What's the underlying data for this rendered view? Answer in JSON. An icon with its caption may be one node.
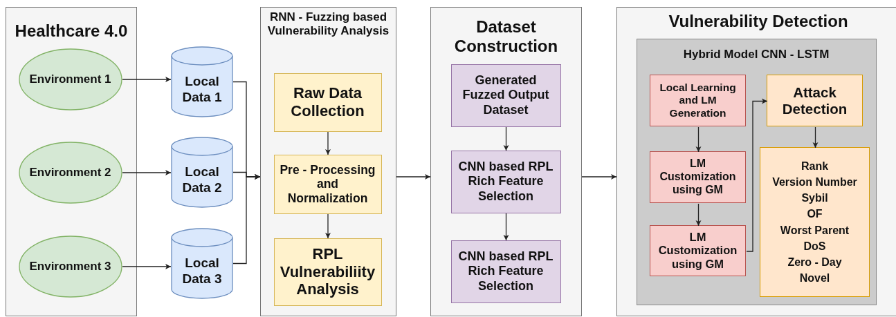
{
  "diagram": {
    "nodes": [
      {
        "text": [
          "Healthcare 4.0"
        ]
      },
      {
        "text": [
          "Environment 1"
        ],
        "in": 0
      },
      {
        "text": [
          "Environment 2"
        ],
        "in": 0
      },
      {
        "text": [
          "Environment 3"
        ],
        "in": 0
      },
      {
        "text": [
          "Local Data 1"
        ]
      },
      {
        "text": [
          "Local Data 2"
        ]
      },
      {
        "text": [
          "Local Data 3"
        ]
      },
      {
        "text": [
          "RNN - Fuzzing based Vulnerability Analysis"
        ]
      },
      {
        "text": [
          "Raw Data Collection"
        ],
        "in": 7
      },
      {
        "text": [
          "Pre - Processing and Normalization"
        ],
        "in": 7
      },
      {
        "text": [
          "RPL Vulnerabiliity Analysis"
        ],
        "in": 7
      },
      {
        "text": [
          "Dataset Construction"
        ]
      },
      {
        "text": [
          "Generated Fuzzed Output Dataset"
        ],
        "in": 11
      },
      {
        "text": [
          "CNN based RPL Rich Feature Selection"
        ],
        "in": 11
      },
      {
        "text": [
          "CNN based RPL Rich Feature Selection"
        ],
        "in": 11
      },
      {
        "text": [
          "Vulnerability Detection"
        ]
      },
      {
        "text": [
          "Hybrid Model CNN - LSTM"
        ],
        "in": 15
      },
      {
        "text": [
          "Local Learning and LM Generation"
        ],
        "in": 16
      },
      {
        "text": [
          "LM Customization using GM"
        ],
        "in": 16
      },
      {
        "text": [
          "LM Customization using GM"
        ],
        "in": 16
      },
      {
        "text": [
          "Attack Detection"
        ],
        "in": 16
      },
      {
        "text": [
          "Rank",
          "Version Number",
          "Sybil",
          "OF",
          "Worst Parent",
          "DoS",
          "Zero - Day",
          "Novel"
        ],
        "in": 16
      }
    ],
    "edges": [
      {
        "from": 1,
        "to": 4,
        "arrow": "to"
      },
      {
        "from": 2,
        "to": 5,
        "arrow": "to"
      },
      {
        "from": 3,
        "to": 6,
        "arrow": "to"
      },
      {
        "from": 4,
        "to": 7,
        "arrow": "to"
      },
      {
        "from": 5,
        "to": 7,
        "arrow": "to"
      },
      {
        "from": 6,
        "to": 7,
        "arrow": "to"
      },
      {
        "from": 8,
        "to": 9,
        "arrow": "to"
      },
      {
        "from": 9,
        "to": 10,
        "arrow": "to"
      },
      {
        "from": 7,
        "to": 11,
        "arrow": "to"
      },
      {
        "from": 12,
        "to": 13,
        "arrow": "to"
      },
      {
        "from": 13,
        "to": 14,
        "arrow": "to"
      },
      {
        "from": 11,
        "to": 15,
        "arrow": "to"
      },
      {
        "from": 17,
        "to": 18,
        "arrow": "to"
      },
      {
        "from": 18,
        "to": 19,
        "arrow": "to"
      },
      {
        "from": 19,
        "to": 20,
        "arrow": "to"
      },
      {
        "from": 20,
        "to": 21,
        "arrow": "to"
      }
    ]
  }
}
